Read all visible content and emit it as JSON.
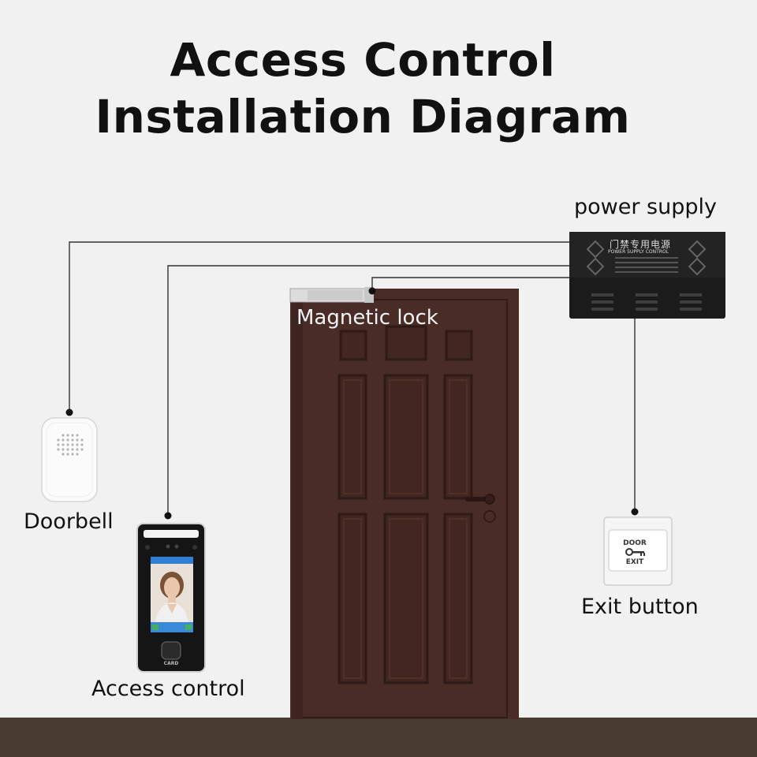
{
  "title": {
    "line1": "Access Control",
    "line2": "Installation Diagram"
  },
  "components": {
    "power_supply": {
      "label": "power supply",
      "housing_text_cn": "门禁专用电源",
      "housing_text_en": "POWER SUPPLY CONTROL"
    },
    "magnetic_lock": {
      "label": "Magnetic lock"
    },
    "doorbell": {
      "label": "Doorbell"
    },
    "exit_button": {
      "label": "Exit button",
      "plate_text_top": "DOOR",
      "plate_text_bottom": "EXIT"
    },
    "access_control": {
      "label": "Access control",
      "card_text": "CARD"
    }
  },
  "colors": {
    "background": "#f1f1f1",
    "door": "#4a2c27",
    "floor": "#4a3b32",
    "wire": "#333333",
    "power_supply_body": "#1b1b1b"
  }
}
